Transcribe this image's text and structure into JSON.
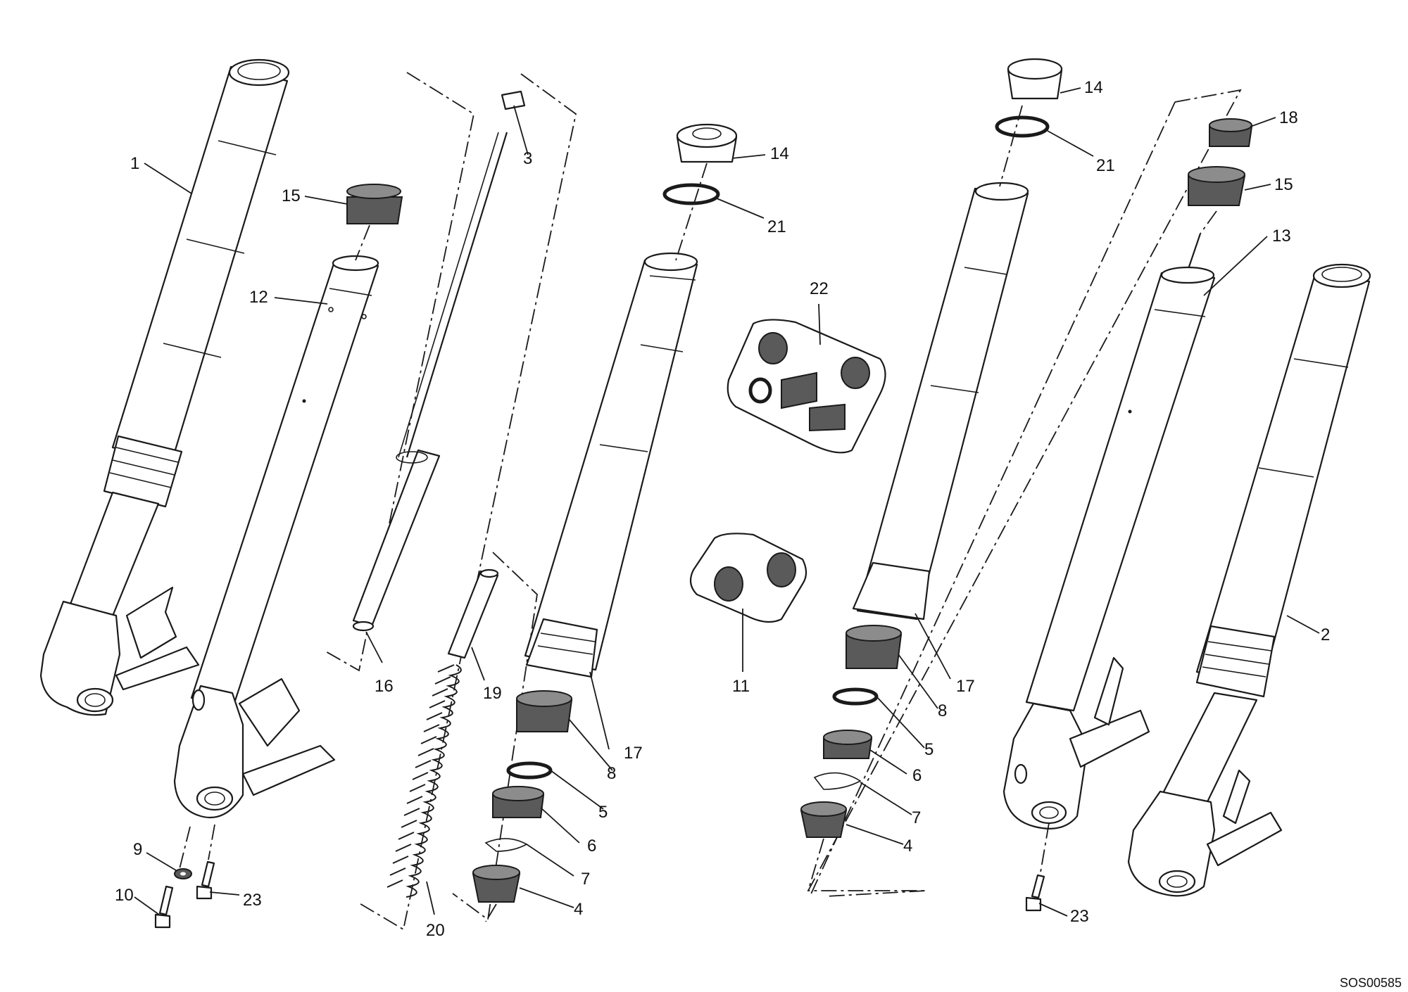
{
  "drawing_code": "SOS00585",
  "callouts": {
    "c1": "1",
    "c2": "2",
    "c3": "3",
    "c4a": "4",
    "c4b": "4",
    "c5a": "5",
    "c5b": "5",
    "c6a": "6",
    "c6b": "6",
    "c7a": "7",
    "c7b": "7",
    "c8a": "8",
    "c8b": "8",
    "c9": "9",
    "c10": "10",
    "c11": "11",
    "c12": "12",
    "c13": "13",
    "c14a": "14",
    "c14b": "14",
    "c15a": "15",
    "c15b": "15",
    "c16": "16",
    "c17a": "17",
    "c17b": "17",
    "c18": "18",
    "c19": "19",
    "c20": "20",
    "c21a": "21",
    "c21b": "21",
    "c22": "22",
    "c23a": "23",
    "c23b": "23"
  }
}
